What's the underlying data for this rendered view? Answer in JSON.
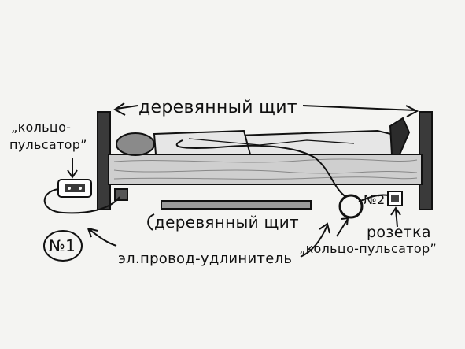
{
  "labels": {
    "board_top": "деревянный щит",
    "board_bottom": "деревянный щит",
    "ring_left_1": "„кольцо-",
    "ring_left_2": "пульсатор”",
    "num_1": "№1",
    "num_2": "№2",
    "socket": "розетка",
    "ring_right": "„кольцо-пульсатор”",
    "wire": "эл.провод-удлинитель"
  },
  "colors": {
    "ink": "#111111",
    "paper": "#f4f4f2",
    "wood": "#cfcfcf",
    "posts": "#3a3a3a"
  }
}
